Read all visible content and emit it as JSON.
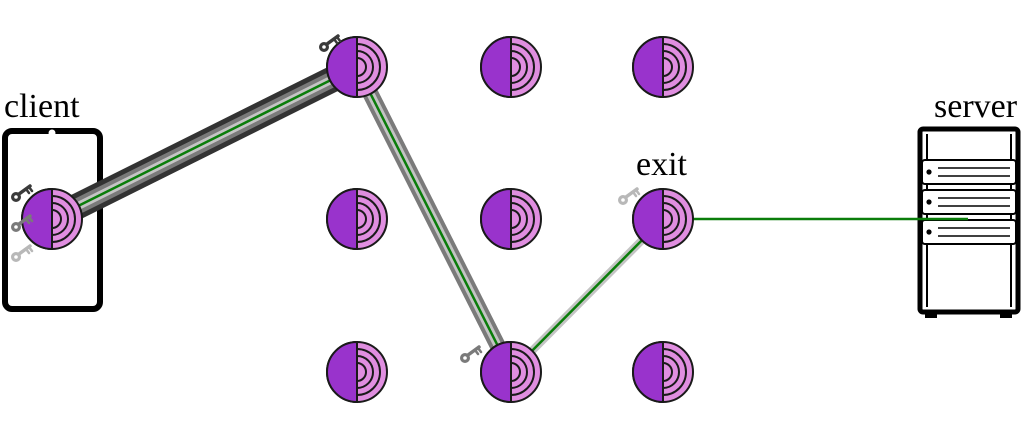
{
  "labels": {
    "client": "client",
    "exit": "exit",
    "server": "server"
  },
  "colors": {
    "node_dark": "#9933cc",
    "node_light": "#e08ee0",
    "node_outline": "#1a1a1a",
    "data_line": "#0a7d0a",
    "tunnel_outer": "#333333",
    "tunnel_mid": "#7a7a7a",
    "tunnel_inner": "#c4c4c4",
    "key_dark": "#3a3a3a",
    "key_mid": "#7a7a7a",
    "key_light": "#b8b8b8",
    "device": "#000000"
  },
  "icons": {
    "relay": "onion-relay-icon",
    "key": "key-icon",
    "phone": "phone-icon",
    "server": "server-rack-icon"
  }
}
